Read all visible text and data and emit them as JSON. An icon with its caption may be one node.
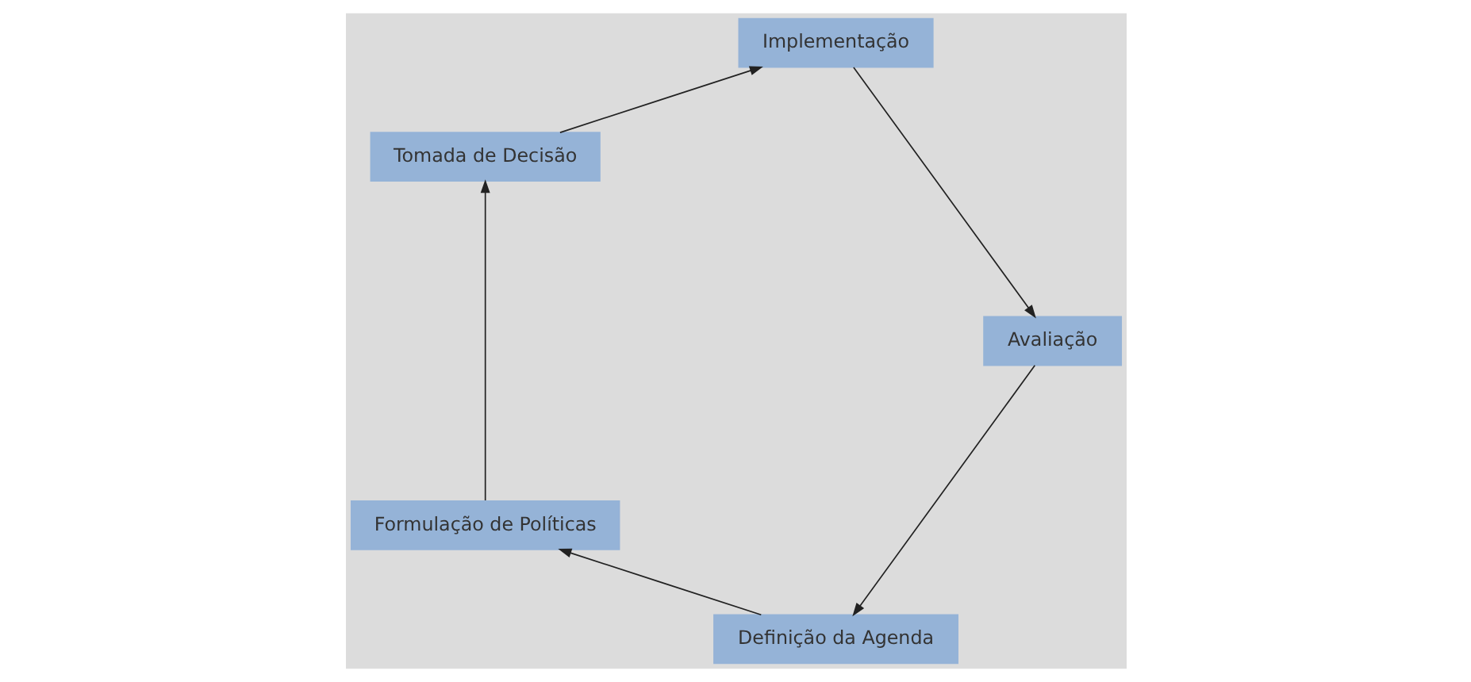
{
  "diagram": {
    "nodes": [
      {
        "text": [
          "Definição da Agenda"
        ]
      },
      {
        "text": [
          "Formulação de Políticas"
        ]
      },
      {
        "text": [
          "Tomada de Decisão"
        ]
      },
      {
        "text": [
          "Implementação"
        ]
      },
      {
        "text": [
          "Avaliação"
        ]
      }
    ],
    "edges": [
      {
        "from": 0,
        "to": 1,
        "arrow": "to"
      },
      {
        "from": 1,
        "to": 2,
        "arrow": "to"
      },
      {
        "from": 2,
        "to": 3,
        "arrow": "to"
      },
      {
        "from": 3,
        "to": 4,
        "arrow": "to"
      },
      {
        "from": 4,
        "to": 0,
        "arrow": "to"
      }
    ]
  }
}
